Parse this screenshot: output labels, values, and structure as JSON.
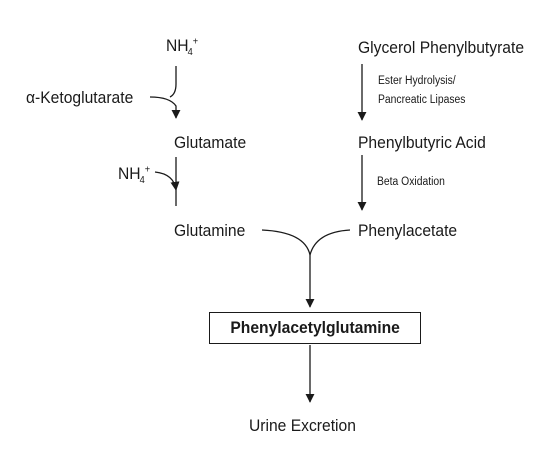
{
  "nodes": {
    "nh4_top": {
      "base": "NH",
      "sub": "4",
      "sup": "+"
    },
    "glycerol_phenylbutyrate": "Glycerol Phenylbutyrate",
    "alpha_ketoglutarate": "α-Ketoglutarate",
    "glutamate": "Glutamate",
    "phenylbutyric_acid": "Phenylbutyric Acid",
    "nh4_mid": {
      "base": "NH",
      "sub": "4",
      "sup": "+"
    },
    "glutamine": "Glutamine",
    "phenylacetate": "Phenylacetate",
    "phenylacetylglutamine": "Phenylacetylglutamine",
    "urine_excretion": "Urine Excretion"
  },
  "annotations": {
    "ester_hydrolysis_line1": "Ester Hydrolysis/",
    "ester_hydrolysis_line2": "Pancreatic Lipases",
    "beta_oxidation": "Beta Oxidation"
  }
}
